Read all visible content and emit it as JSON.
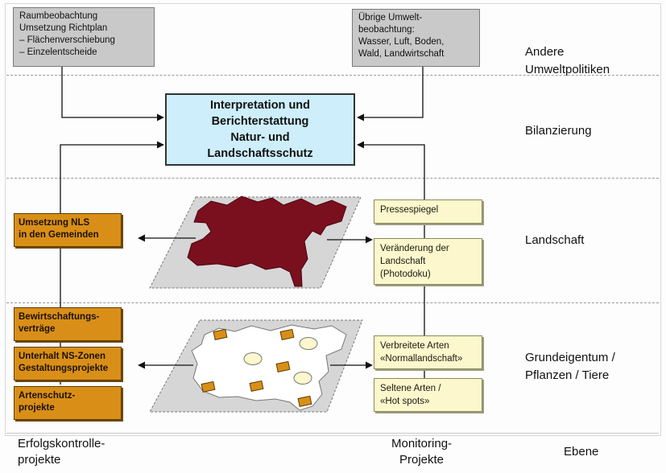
{
  "top_left_box": [
    "Raumbeobachtung",
    "Umsetzung Richtplan",
    "– Flächenverschiebung",
    "– Einzelentscheide"
  ],
  "top_right_box": [
    "Übrige Umwelt-",
    "beobachtung:",
    "Wasser, Luft, Boden,",
    "Wald, Landwirtschaft"
  ],
  "center_box": [
    "Interpretation und",
    "Berichterstattung",
    "Natur- und",
    "Landschaftsschutz"
  ],
  "levels": {
    "andere": [
      "Andere",
      "Umweltpolitiken"
    ],
    "bilanzierung": [
      "Bilanzierung"
    ],
    "landschaft": [
      "Landschaft"
    ],
    "grundeigentum": [
      "Grundeigentum /",
      "Pflanzen / Tiere"
    ]
  },
  "left_boxes": {
    "umsetzung": [
      "Umsetzung NLS",
      "in den Gemeinden"
    ],
    "bewirtschaftung": [
      "Bewirtschaftungs-",
      "verträge"
    ],
    "unterhalt": [
      "Unterhalt NS-Zonen",
      "Gestaltungsprojekte"
    ],
    "artenschutz": [
      "Artenschutz-",
      "projekte"
    ]
  },
  "right_boxes": {
    "pressespiegel": [
      "Pressespiegel"
    ],
    "veraenderung": [
      "Veränderung der",
      "Landschaft",
      "(Photodoku)"
    ],
    "verbreitete": [
      "Verbreitete Arten",
      "«Normallandschaft»"
    ],
    "seltene": [
      "Seltene Arten /",
      "«Hot spots»"
    ]
  },
  "bottom_labels": {
    "erfolg": [
      "Erfolgskontrolle-",
      "projekte"
    ],
    "monitoring": [
      "Monitoring-",
      "Projekte"
    ],
    "ebene": [
      "Ebene"
    ]
  },
  "colors": {
    "gray_box": "#c9c9c9",
    "blue_box": "#cdeefa",
    "orange_box": "#d98f17",
    "yellow_box": "#fcf7cc",
    "map_region": "#7a0f1e",
    "map_plane": "#d6d6d6"
  }
}
